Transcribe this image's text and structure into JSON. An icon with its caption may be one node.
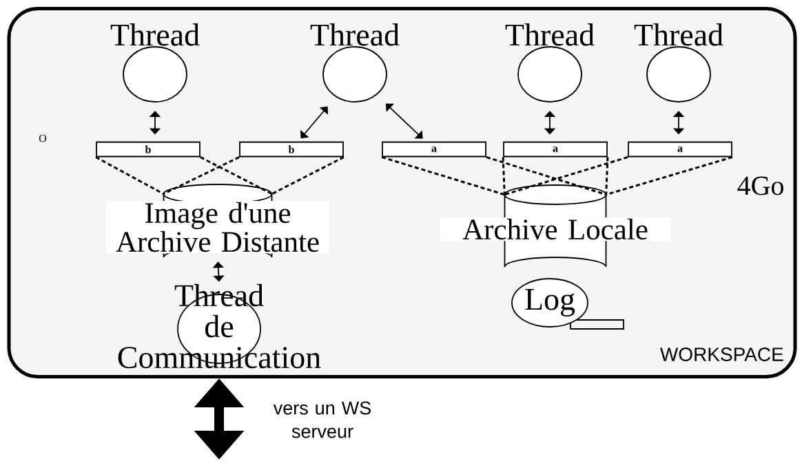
{
  "diagram": {
    "nodes": [
      {
        "text": [
          "WORKSPACE"
        ]
      },
      {
        "text": [
          "Thread"
        ],
        "in": 0
      },
      {
        "text": [
          "Thread"
        ],
        "in": 0
      },
      {
        "text": [
          "Thread"
        ],
        "in": 0
      },
      {
        "text": [
          "Thread"
        ],
        "in": 0
      },
      {
        "text": [
          "Thread de Communication"
        ],
        "in": 0
      },
      {
        "text": [
          "b"
        ],
        "in": 0
      },
      {
        "text": [
          "b"
        ],
        "in": 0
      },
      {
        "text": [
          "a"
        ],
        "in": 0
      },
      {
        "text": [
          "a"
        ],
        "in": 0
      },
      {
        "text": [
          "a"
        ],
        "in": 0
      },
      {
        "text": [
          "Image d'une Archive Distante"
        ],
        "in": 0
      },
      {
        "text": [
          "Archive Locale"
        ],
        "in": 0
      },
      {
        "text": [
          "Log"
        ],
        "in": 0
      }
    ],
    "edges": [
      {
        "from": 1,
        "to": 6,
        "arrow": "both"
      },
      {
        "from": 2,
        "to": 7,
        "arrow": "both"
      },
      {
        "from": 2,
        "to": 8,
        "arrow": "both"
      },
      {
        "from": 3,
        "to": 9,
        "arrow": "both"
      },
      {
        "from": 4,
        "to": 10,
        "arrow": "both"
      },
      {
        "from": 6,
        "to": 11,
        "arrow": "none",
        "style": "dashed"
      },
      {
        "from": 7,
        "to": 11,
        "arrow": "none",
        "style": "dashed"
      },
      {
        "from": 8,
        "to": 12,
        "arrow": "none",
        "style": "dashed"
      },
      {
        "from": 9,
        "to": 12,
        "arrow": "none",
        "style": "dashed"
      },
      {
        "from": 10,
        "to": 12,
        "arrow": "none",
        "style": "dashed"
      },
      {
        "from": 11,
        "to": 5,
        "arrow": "both"
      },
      {
        "from": 0,
        "to": null,
        "arrow": "both",
        "style": "thick",
        "label": "vers un WS serveur"
      }
    ],
    "labels": [
      "O",
      "4Go"
    ]
  }
}
